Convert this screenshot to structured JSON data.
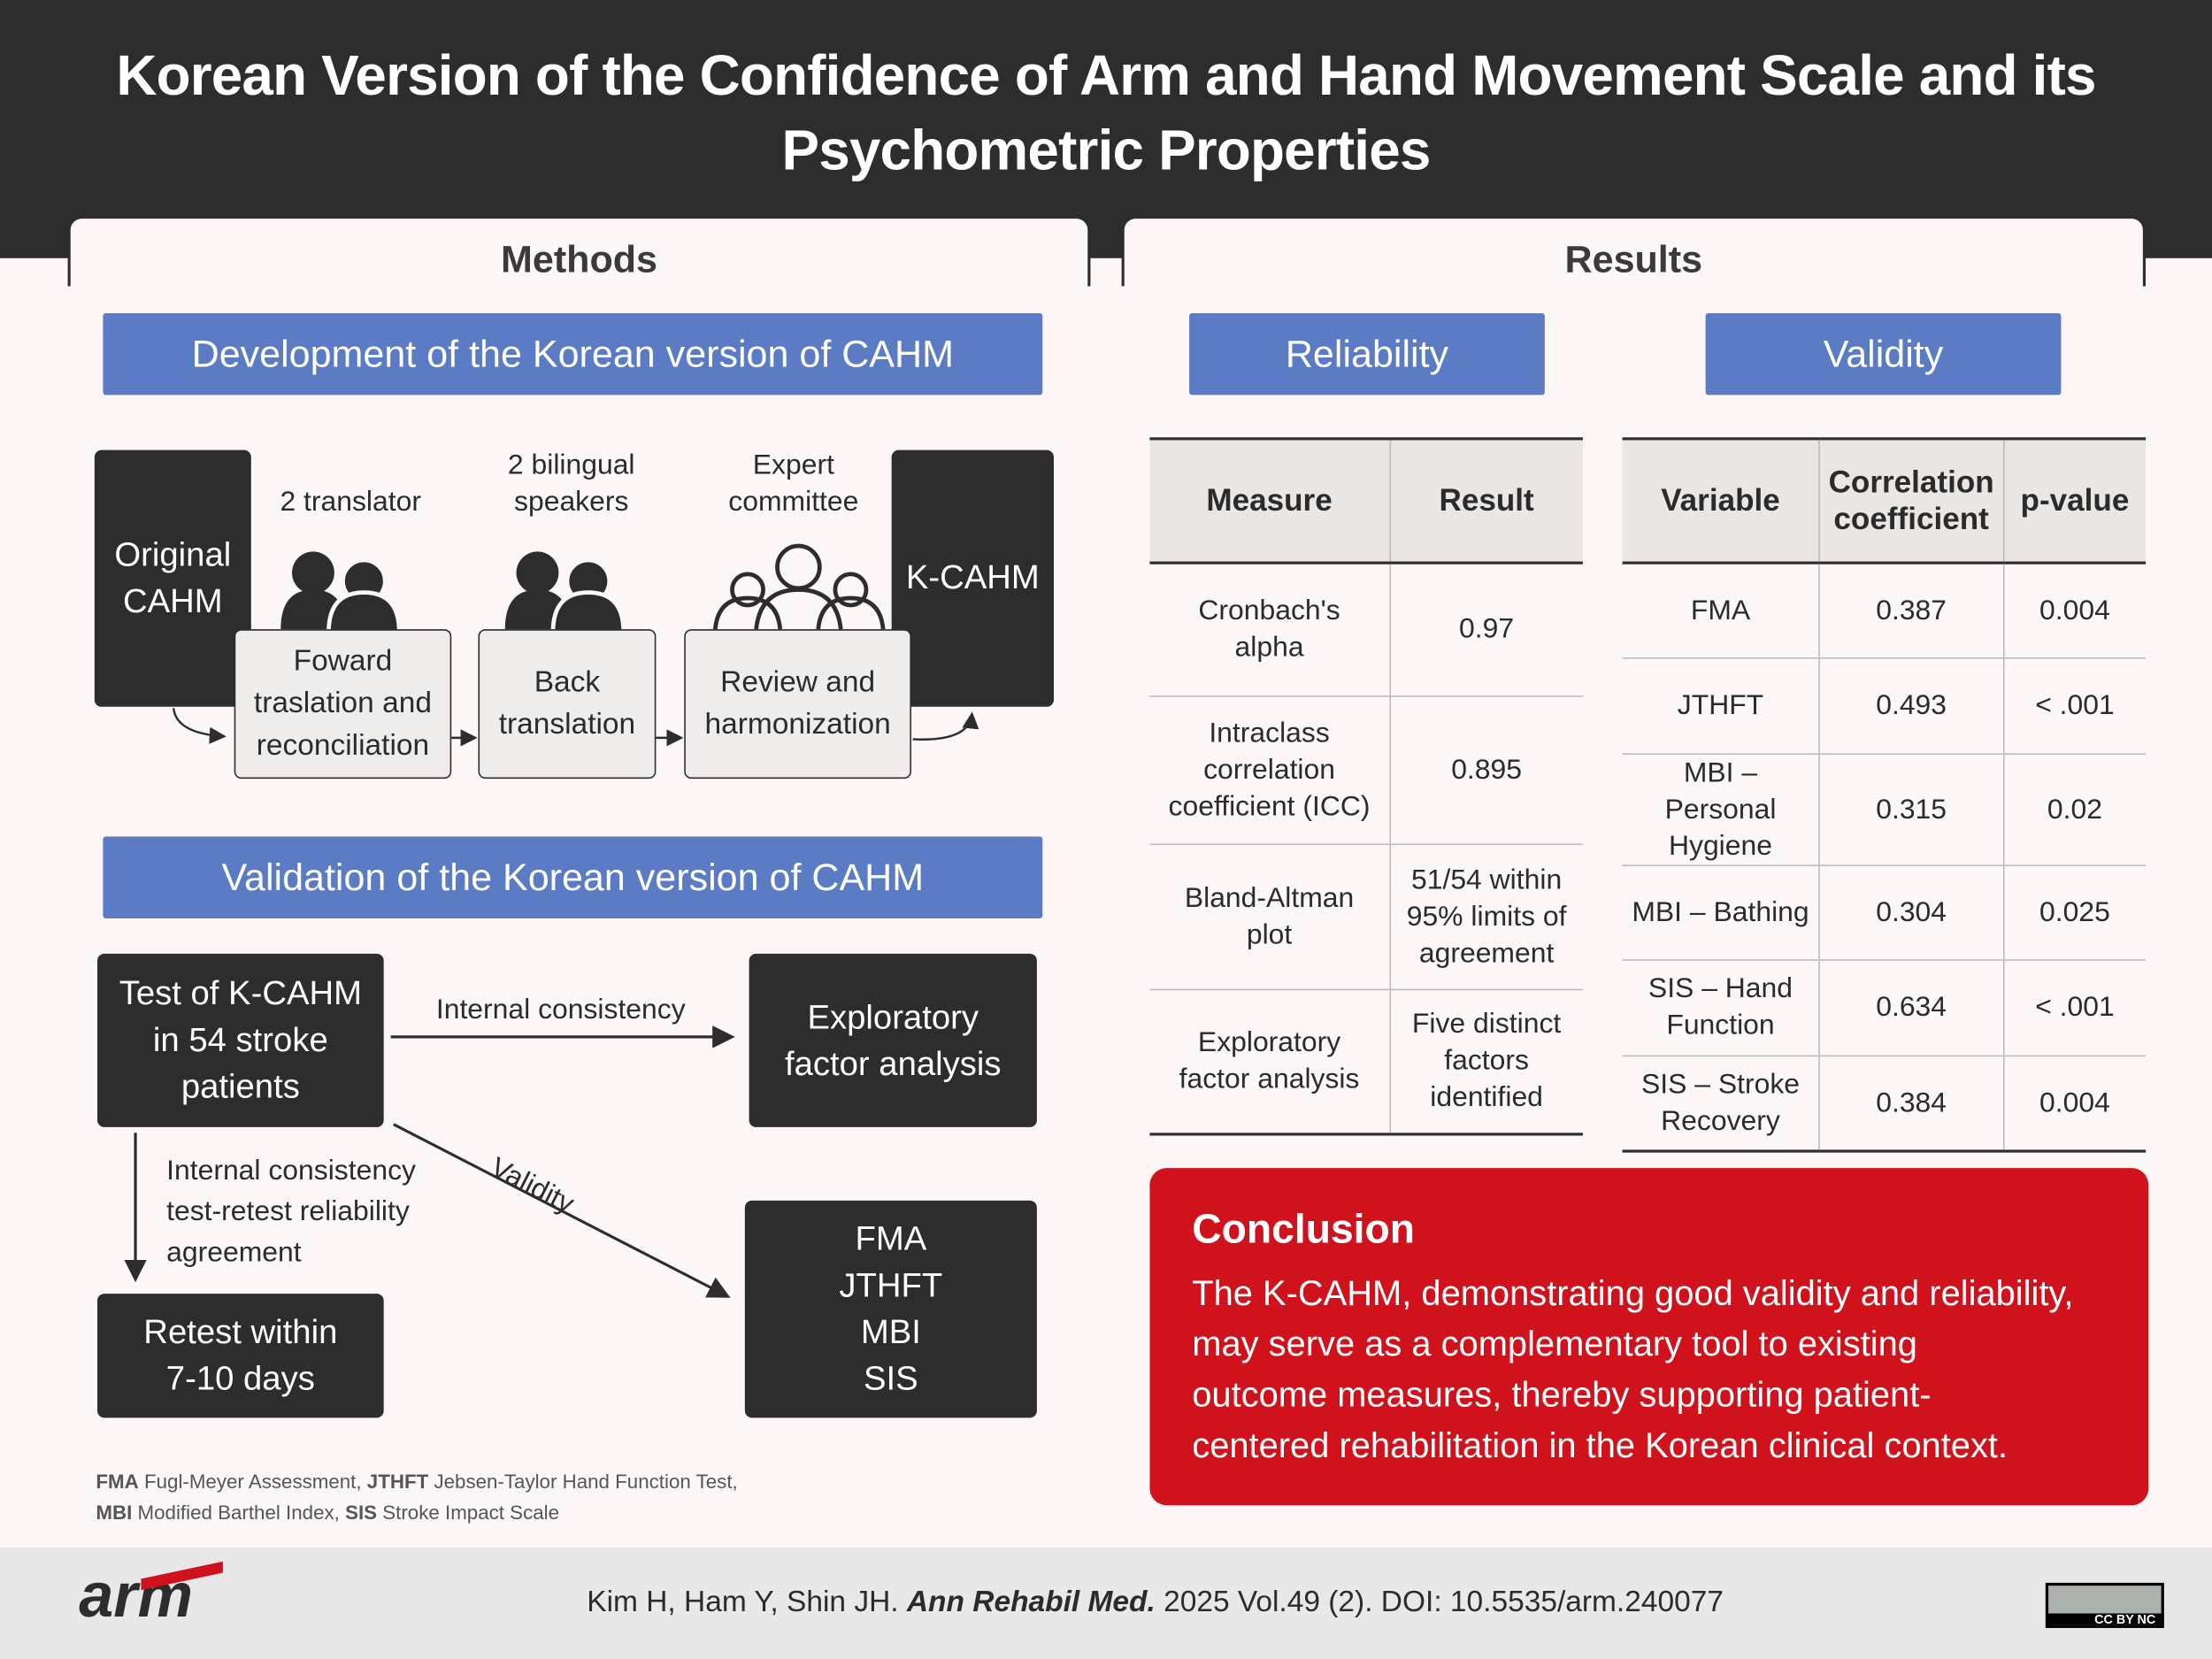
{
  "title": {
    "line1": "Korean Version of the Confidence of Arm and Hand Movement Scale and its",
    "line2": "Psychometric Properties"
  },
  "methods": {
    "tab": "Methods",
    "dev_header": "Development of the Korean version of CAHM",
    "original": [
      "Original",
      "CAHM"
    ],
    "kcahm": "K-CAHM",
    "steps": [
      {
        "actor": [
          "2 translator"
        ],
        "label": [
          "Foward",
          "traslation and",
          "reconciliation"
        ]
      },
      {
        "actor": [
          "2 bilingual",
          "speakers"
        ],
        "label": [
          "Back",
          "translation"
        ]
      },
      {
        "actor": [
          "Expert",
          "committee"
        ],
        "label": [
          "Review and",
          "harmonization"
        ]
      }
    ],
    "val_header": "Validation of the Korean version of CAHM",
    "test": [
      "Test of K-CAHM",
      "in 54 stroke",
      "patients"
    ],
    "efa": [
      "Exploratory",
      "factor analysis"
    ],
    "retest": [
      "Retest within",
      "7-10 days"
    ],
    "measures": [
      "FMA",
      "JTHFT",
      "MBI",
      "SIS"
    ],
    "arrow_ic": "Internal consistency",
    "arrow_validity": "Validity",
    "arrow_down": [
      "Internal consistency",
      "test-retest reliability",
      "agreement"
    ],
    "footnote": {
      "l1": [
        {
          "b": "FMA",
          "t": " Fugl-Meyer Assessment, "
        },
        {
          "b": "JTHFT",
          "t": " Jebsen-Taylor Hand Function Test,"
        }
      ],
      "l2": [
        {
          "b": "MBI",
          "t": " Modified Barthel Index, "
        },
        {
          "b": "SIS",
          "t": " Stroke Impact Scale"
        }
      ]
    }
  },
  "results": {
    "tab": "Results",
    "reliability": "Reliability",
    "validity": "Validity",
    "rel_table": {
      "headers": [
        "Measure",
        "Result"
      ],
      "rows": [
        [
          [
            "Cronbach's",
            "alpha"
          ],
          [
            "0.97"
          ]
        ],
        [
          [
            "Intraclass",
            "correlation",
            "coefficient (ICC)"
          ],
          [
            "0.895"
          ]
        ],
        [
          [
            "Bland-Altman",
            "plot"
          ],
          [
            "51/54 within",
            "95% limits of",
            "agreement"
          ]
        ],
        [
          [
            "Exploratory",
            "factor analysis"
          ],
          [
            "Five distinct",
            "factors",
            "identified"
          ]
        ]
      ]
    },
    "val_table": {
      "headers": [
        [
          "Variable"
        ],
        [
          "Correlation",
          "coefficient"
        ],
        [
          "p-value"
        ]
      ],
      "rows": [
        [
          [
            "FMA"
          ],
          "0.387",
          "0.004"
        ],
        [
          [
            "JTHFT"
          ],
          "0.493",
          "< .001"
        ],
        [
          [
            "MBI – Personal",
            "Hygiene"
          ],
          "0.315",
          "0.02"
        ],
        [
          [
            "MBI – Bathing"
          ],
          "0.304",
          "0.025"
        ],
        [
          [
            "SIS – Hand",
            "Function"
          ],
          "0.634",
          "< .001"
        ],
        [
          [
            "SIS – Stroke",
            "Recovery"
          ],
          "0.384",
          "0.004"
        ]
      ]
    }
  },
  "conclusion": {
    "title": "Conclusion",
    "text": [
      "The K-CAHM, demonstrating good validity and reliability,",
      "may serve as a complementary tool to existing",
      "outcome measures, thereby supporting patient-",
      "centered rehabilitation in the Korean clinical context."
    ]
  },
  "footer": {
    "logo": "arm",
    "authors": "Kim H, Ham Y, Shin JH. ",
    "journal": "Ann Rehabil Med.",
    "citation": " 2025 Vol.49 (2). DOI: 10.5535/arm.240077",
    "license": "CC BY NC"
  },
  "colors": {
    "dark": "#2d2d2d",
    "blue": "#5b7bc4",
    "red": "#d0121d",
    "bg": "#fdf6f6"
  }
}
